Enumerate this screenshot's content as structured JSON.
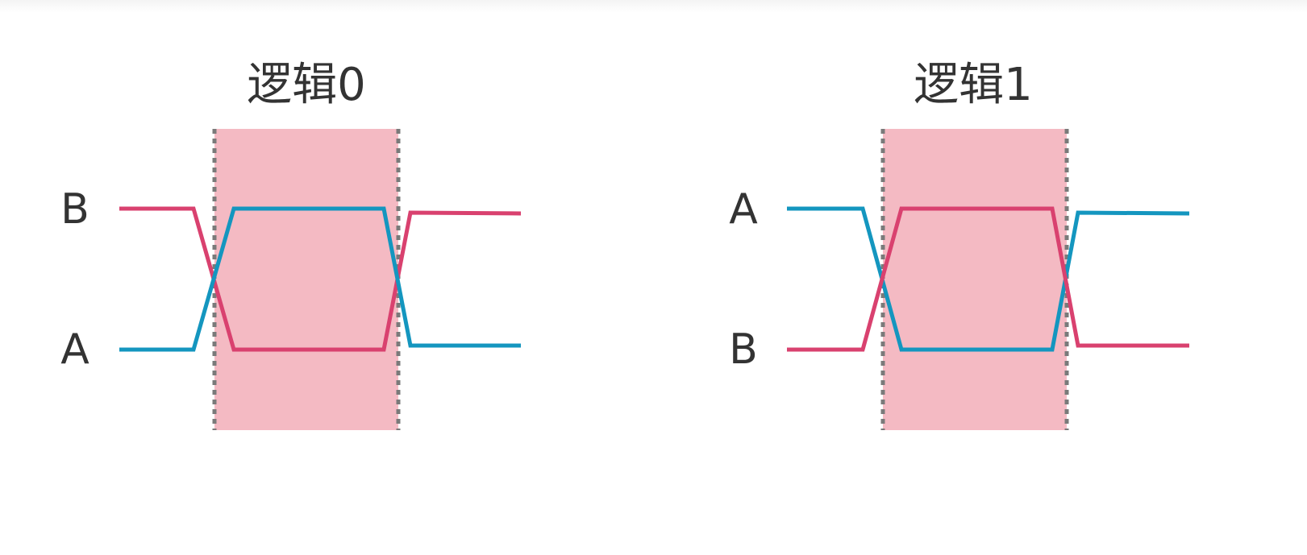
{
  "colors": {
    "signal_b": "#d9416f",
    "signal_a": "#1496bf",
    "window_fill": "#f4bac3",
    "boundary": "#7a7a7a",
    "text": "#333333"
  },
  "panels": [
    {
      "title": "逻辑0",
      "top_label": "B",
      "bottom_label": "A",
      "top_signal": "B",
      "bottom_signal": "A"
    },
    {
      "title": "逻辑1",
      "top_label": "A",
      "bottom_label": "B",
      "top_signal": "A",
      "bottom_signal": "B"
    }
  ]
}
